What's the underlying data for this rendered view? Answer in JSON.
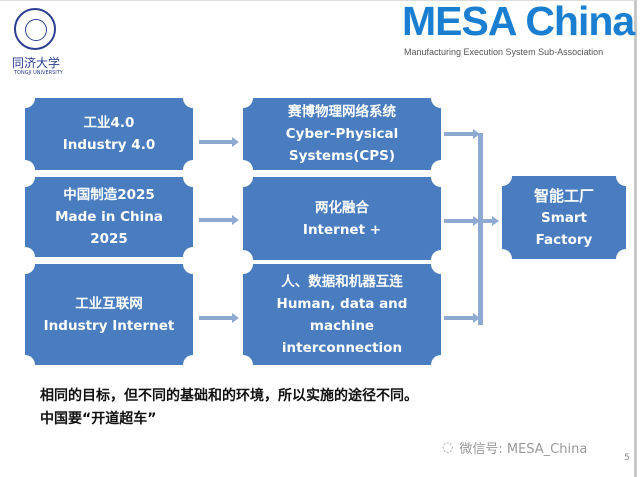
{
  "logos": {
    "tongji_cn": "同济大学",
    "tongji_en": "TONGJI UNIVERSITY",
    "mesa_title": "MESA China",
    "mesa_sub": "Manufacturing Execution System Sub-Association"
  },
  "left": [
    {
      "cn": "工业4.0",
      "en": "Industry 4.0"
    },
    {
      "cn": "中国制造2025",
      "en": "Made in China",
      "en2": "2025"
    },
    {
      "cn": "工业互联网",
      "en": "Industry Internet"
    }
  ],
  "middle": [
    {
      "cn": "赛博物理网络系统",
      "en": "Cyber-Physical",
      "en2": "Systems(CPS)"
    },
    {
      "cn": "两化融合",
      "en": "Internet +"
    },
    {
      "cn": "人、数据和机器互连",
      "en": "Human, data and",
      "en2": "machine",
      "en3": "interconnection"
    }
  ],
  "right": {
    "cn": "智能工厂",
    "en": "Smart",
    "en2": "Factory"
  },
  "note": {
    "line1": "相同的目标，但不同的基础和的环境，所以实施的途径不同。",
    "line2": "中国要“开道超车”"
  },
  "footer": {
    "wechat": "微信号: MESA_China",
    "page": "5"
  },
  "colors": {
    "box": "#4a7dbf",
    "arrow": "#8eaad2",
    "logo": "#1a7fd0"
  }
}
